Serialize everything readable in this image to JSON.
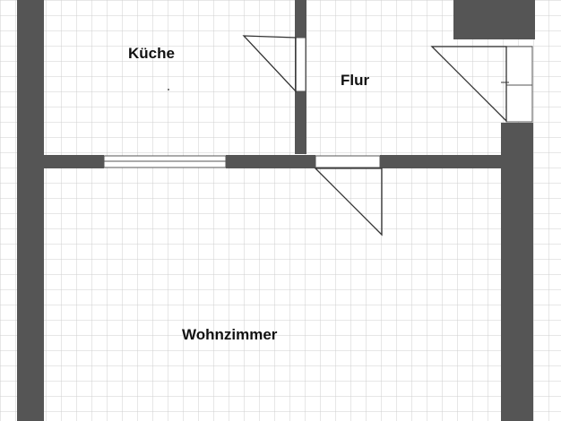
{
  "rooms": {
    "kitchen": "Küche",
    "hallway": "Flur",
    "living_room": "Wohnzimmer"
  },
  "colors": {
    "wall": "#555555",
    "grid": "#cfcfcf",
    "door": "#333333",
    "background": "#ffffff"
  }
}
